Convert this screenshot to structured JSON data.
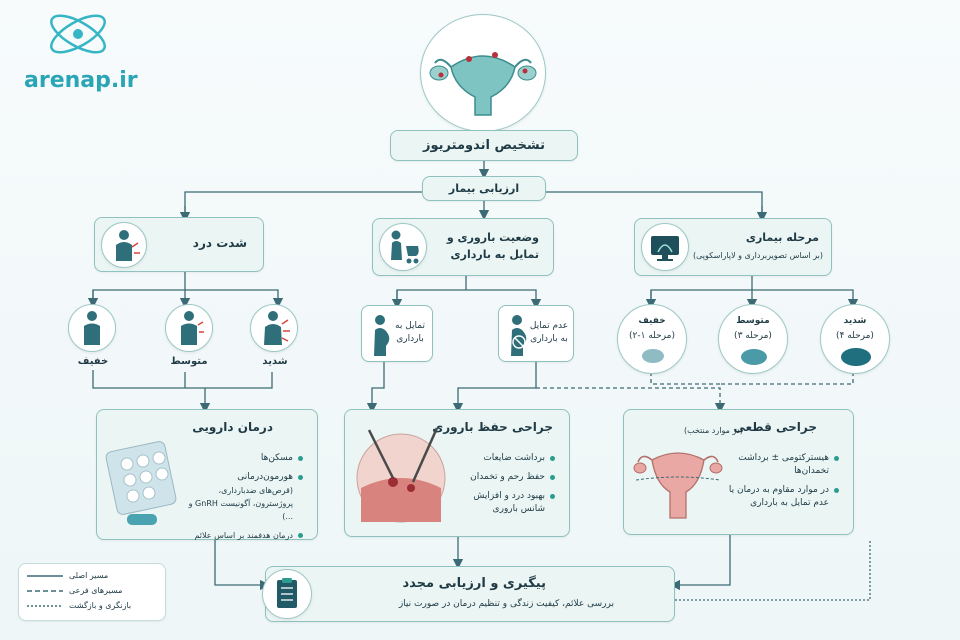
{
  "brand": {
    "logo_text": "arenap.ir"
  },
  "root": {
    "title": "تشخیص اندومتریوز"
  },
  "assessment": {
    "title": "ارزیابی بیمار"
  },
  "categories": {
    "pain": {
      "title": "شدت درد"
    },
    "fertility": {
      "title_line1": "وضعیت باروری و",
      "title_line2": "تمایل به بارداری"
    },
    "stage": {
      "title": "مرحله بیماری",
      "subtitle": "(بر اساس تصویربرداری و لاپاراسکوپی)"
    }
  },
  "pain_levels": {
    "mild": "خفیف",
    "moderate": "متوسط",
    "severe": "شدید"
  },
  "fertility_options": {
    "wants_line1": "تمایل به",
    "wants_line2": "بارداری",
    "no_wish_line1": "عدم تمایل",
    "no_wish_line2": "به بارداری"
  },
  "stage_levels": {
    "mild": "خفیف",
    "mild_sub": "(مرحله ۱-۲)",
    "moderate": "متوسط",
    "moderate_sub": "(مرحله ۳)",
    "severe": "شدید",
    "severe_sub": "(مرحله ۴)"
  },
  "treatments": {
    "medical": {
      "title": "درمان دارویی",
      "item1": "مسکن‌ها",
      "item2_title": "هورمون‌درمانی",
      "item2_detail": "(قرص‌های ضدبارداری، پروژسترون، آگونیست GnRH و ...)",
      "item3": "درمان هدفمند بر اساس علائم"
    },
    "conservative": {
      "title": "جراحی حفظ باروری",
      "item1": "برداشت ضایعات",
      "item2": "حفظ رحم و تخمدان",
      "item3": "بهبود درد و افزایش شانس باروری"
    },
    "definitive": {
      "title": "جراحی قطعی",
      "note": "(در موارد منتخب)",
      "item1": "هیسترکتومی ± برداشت تخمدان‌ها",
      "item2": "در موارد مقاوم به درمان یا عدم تمایل به بارداری"
    }
  },
  "followup": {
    "title": "پیگیری و ارزیابی مجدد",
    "subtitle": "بررسی علائم، کیفیت زندگی و تنظیم درمان در صورت نیاز"
  },
  "legend": {
    "main": "مسیر اصلی",
    "secondary": "مسیرهای فرعی",
    "return": "بازنگری و بازگشت"
  },
  "colors": {
    "accent": "#2a9d8f",
    "line": "#3c6b75",
    "box_fill": "#eaf5f4",
    "box_border": "#8fc2bf"
  }
}
